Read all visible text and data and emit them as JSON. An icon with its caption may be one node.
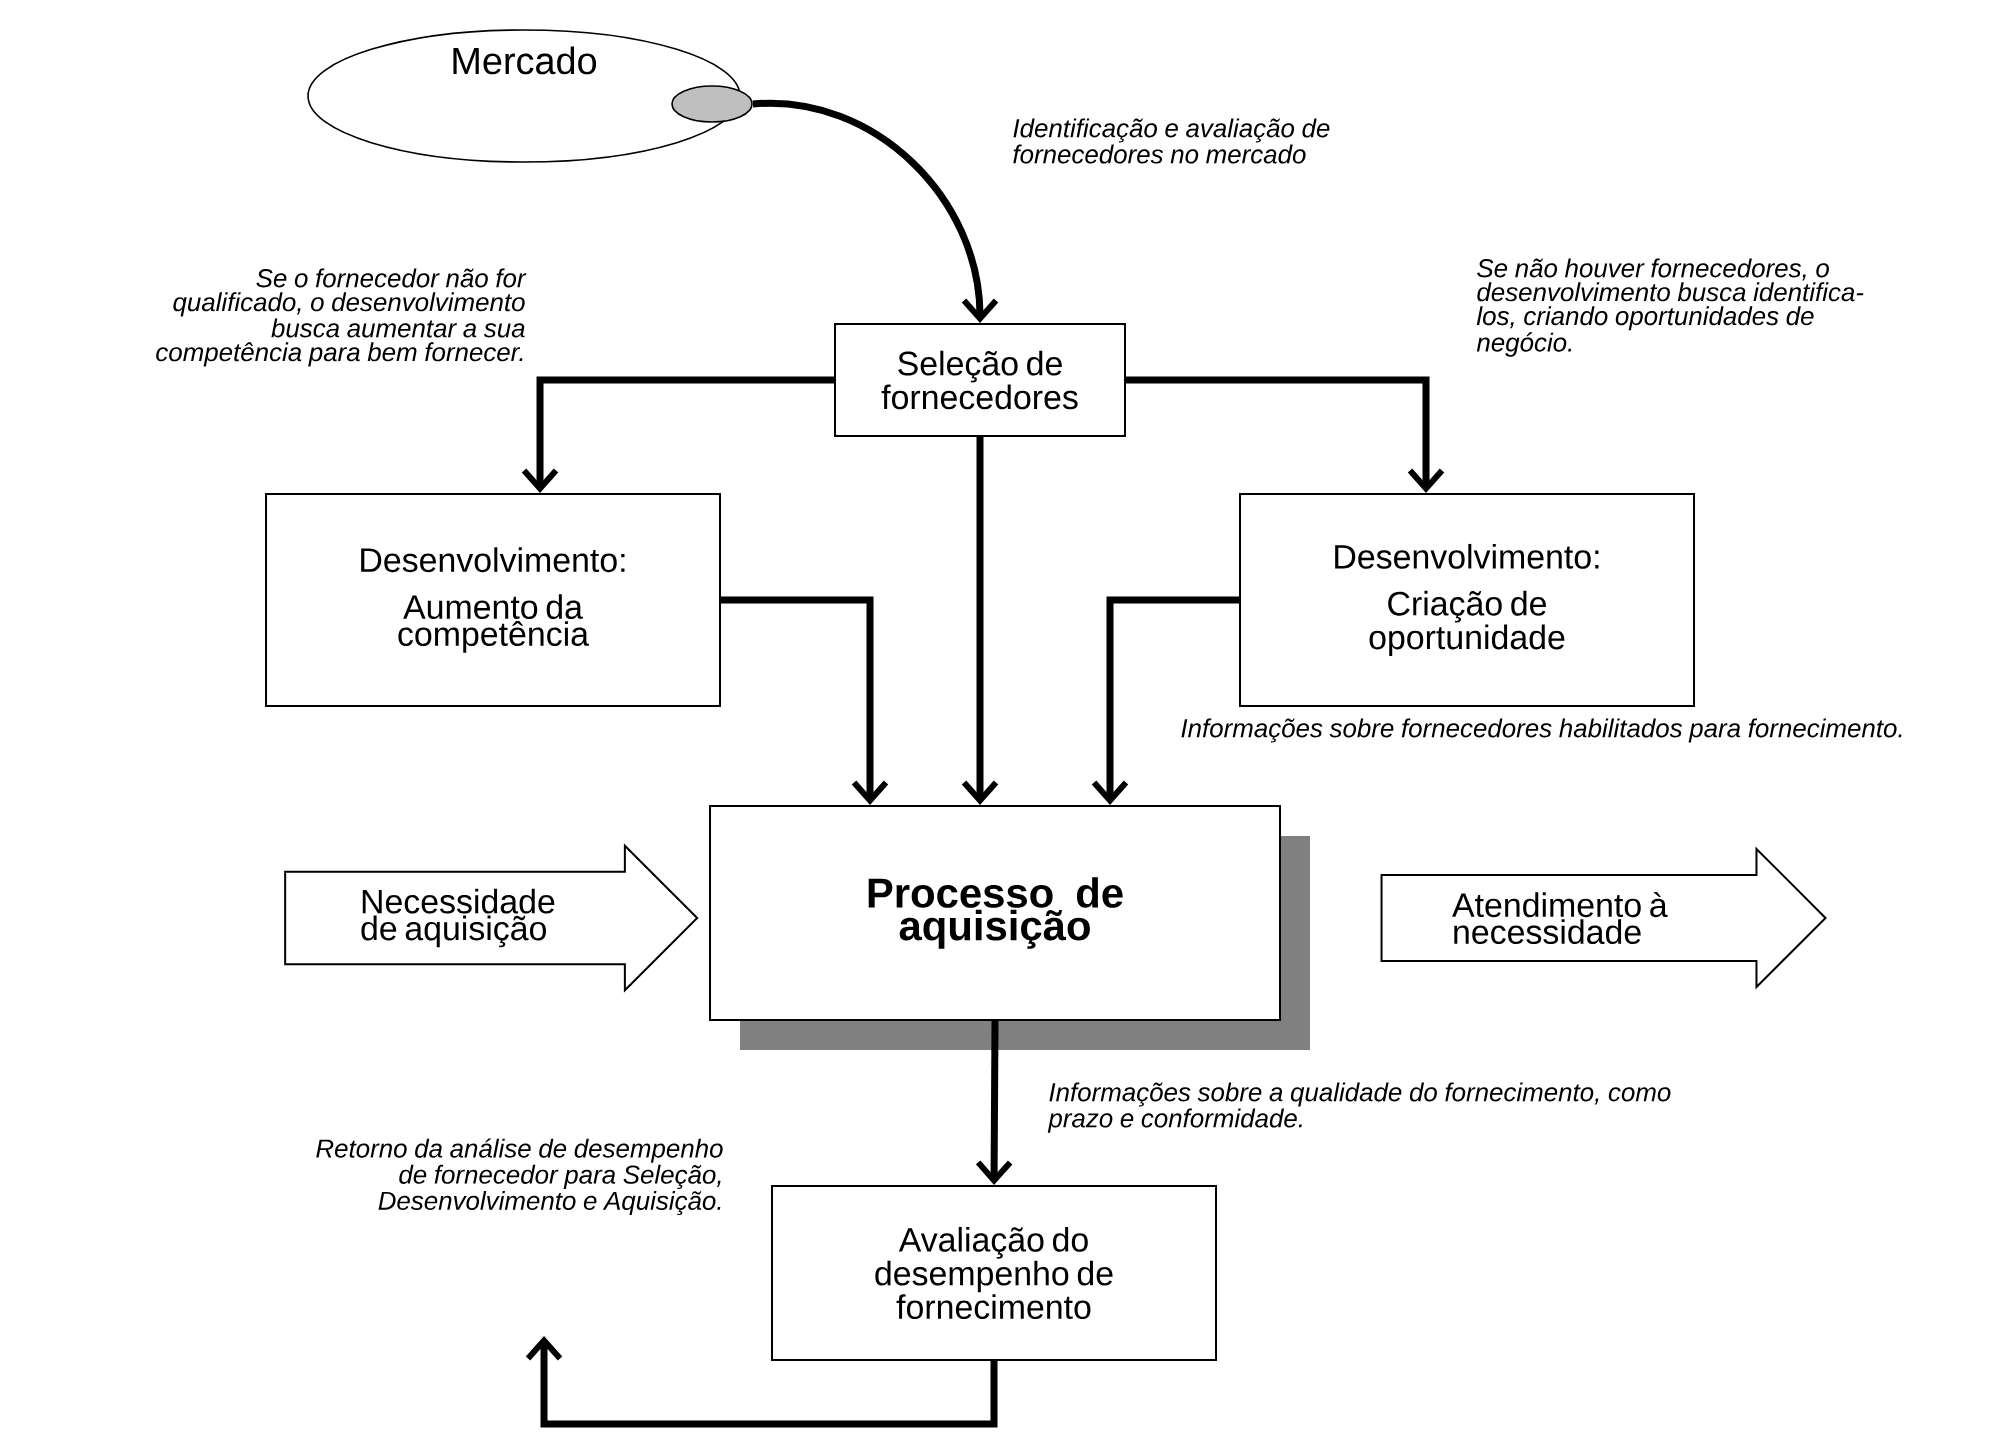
{
  "diagram": {
    "nodes": [
      {
        "text": [
          "Mercado"
        ]
      },
      {
        "text": [],
        "shape": "circle",
        "in": 0
      },
      {
        "text": [
          "Seleção de fornecedores"
        ]
      },
      {
        "text": [
          "Desenvolvimento:",
          "Aumento da competência"
        ]
      },
      {
        "text": [
          "Desenvolvimento:",
          "Criação de oportunidade"
        ]
      },
      {
        "text": [
          "Processo de aquisição"
        ]
      },
      {
        "text": [
          "Necessidade de aquisição"
        ]
      },
      {
        "text": [
          "Atendimento à necessidade"
        ]
      },
      {
        "text": [
          "Avaliação do desempenho de fornecimento"
        ]
      }
    ],
    "edges": [
      {
        "from": 1,
        "to": 2,
        "arrow": "to",
        "label": "Identificação e avaliação de fornecedores no mercado"
      },
      {
        "from": 2,
        "to": 3,
        "arrow": "to",
        "label": "Se o fornecedor não for qualificado, o desenvolvimento busca aumentar a sua competência para bem fornecer."
      },
      {
        "from": 2,
        "to": 4,
        "arrow": "to",
        "label": "Se não houver fornecedores, o desenvolvimento busca identifica-los, criando oportunidades de negócio."
      },
      {
        "from": 2,
        "to": 5,
        "arrow": "to"
      },
      {
        "from": 3,
        "to": 5,
        "arrow": "to"
      },
      {
        "from": 4,
        "to": 5,
        "arrow": "to",
        "label": "Informações sobre fornecedores habilitados para fornecimento."
      },
      {
        "from": 5,
        "to": 8,
        "arrow": "to",
        "label": "Informações sobre a qualidade do fornecimento, como prazo e conformidade."
      },
      {
        "from": 8,
        "to": null,
        "arrow": "to",
        "label": "Retorno da análise de desempenho de fornecedor para Seleção, Desenvolvimento e Aquisição."
      }
    ]
  }
}
